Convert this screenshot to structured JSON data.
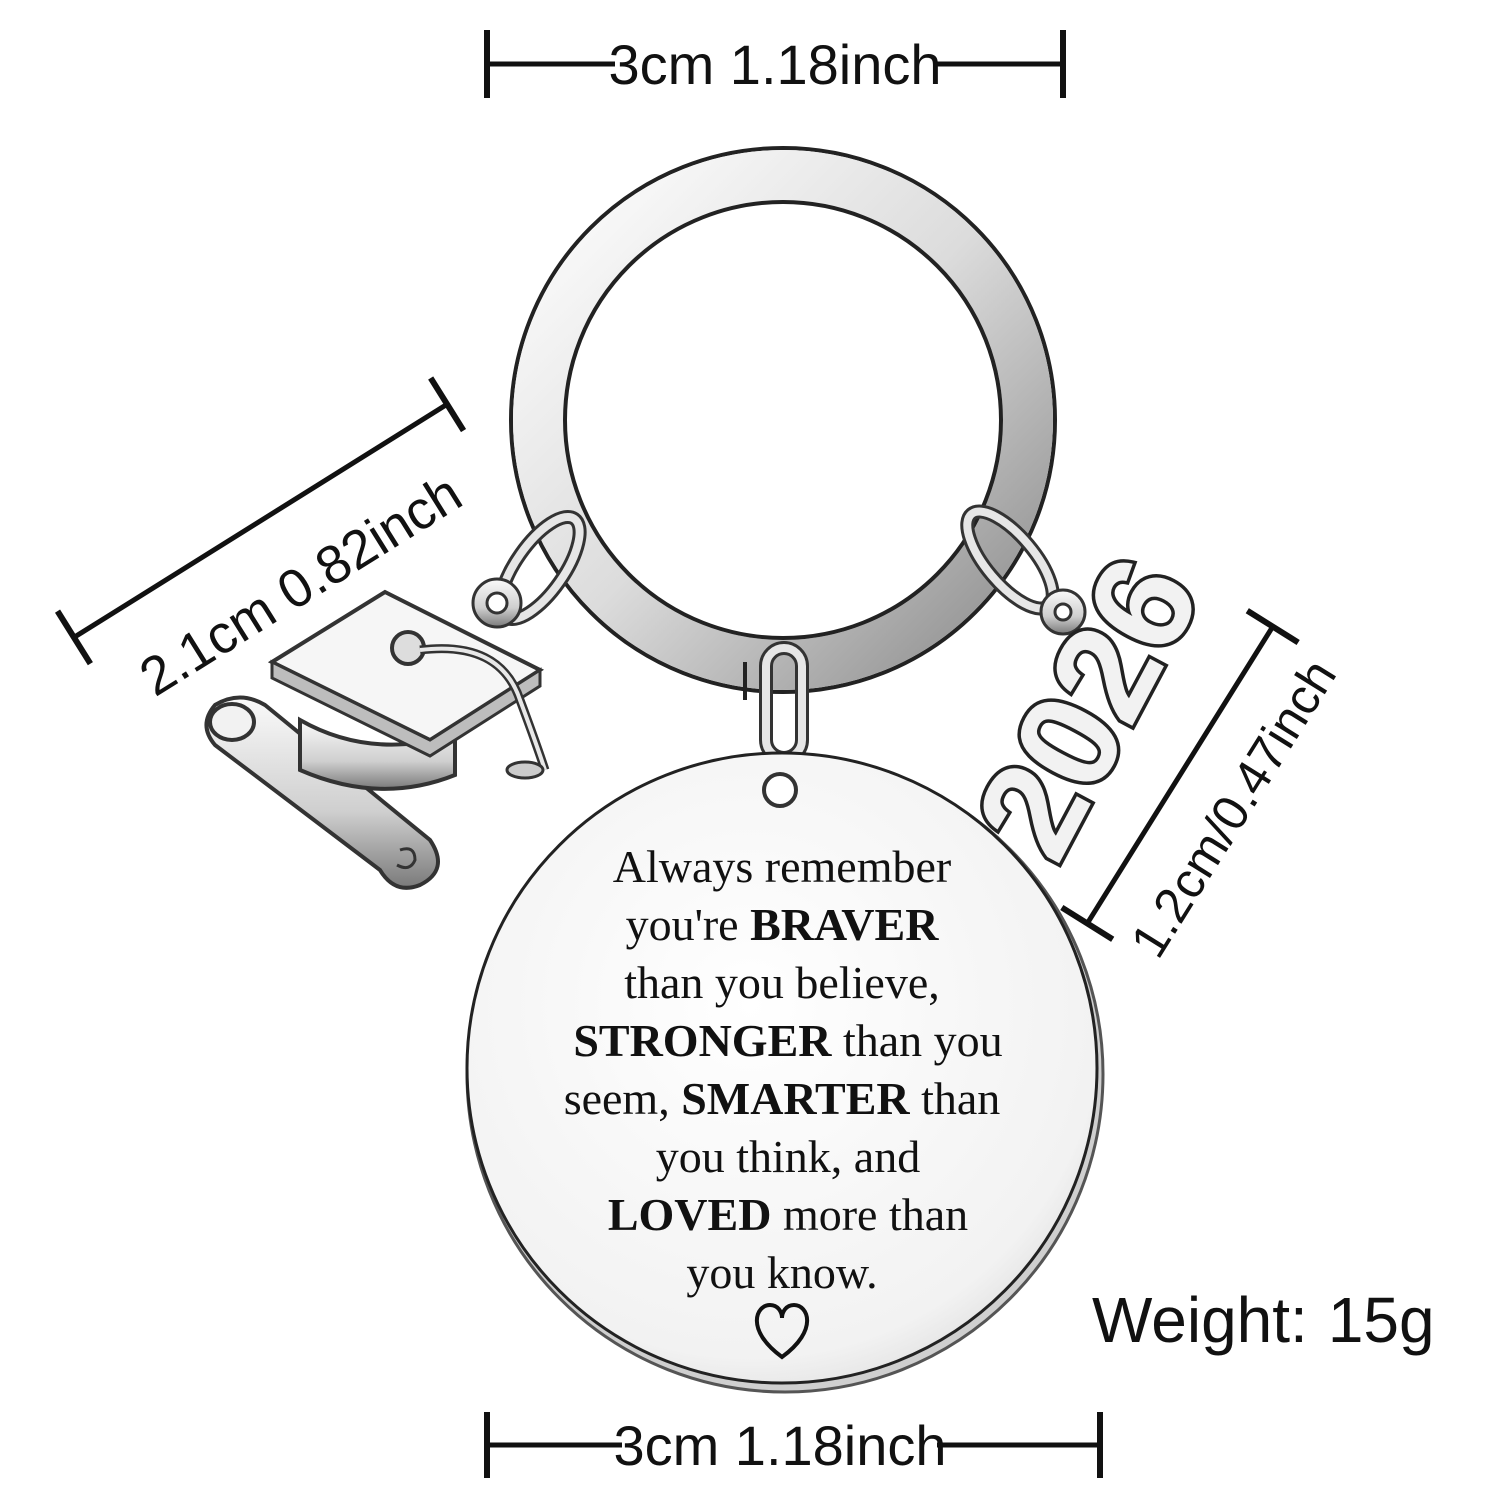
{
  "dimensions": {
    "top_width": "3cm 1.18inch",
    "bottom_width": "3cm 1.18inch",
    "cap_charm": "2.1cm 0.82inch",
    "year_charm": "1.2cm/0.47inch"
  },
  "weight": {
    "label": "Weight:",
    "value": "15g"
  },
  "year_charm": {
    "text": "2026"
  },
  "quote": {
    "line1": "Always remember",
    "line2_a": "you're",
    "line2_b": "BRAVER",
    "line3": "than you believe,",
    "line4_a": "STRONGER",
    "line4_b": "than you",
    "line5_a": "seem,",
    "line5_b": "SMARTER",
    "line5_c": "than",
    "line6": "you think, and",
    "line7_a": "LOVED",
    "line7_b": "more than",
    "line8": "you know."
  },
  "colors": {
    "ink": "#111111",
    "metal_light": "#f4f4f4",
    "metal_mid": "#cfcfcf",
    "metal_dark": "#6e6e6e"
  },
  "icons": [
    "heart-icon",
    "graduation-cap-icon",
    "diploma-scroll-icon"
  ]
}
